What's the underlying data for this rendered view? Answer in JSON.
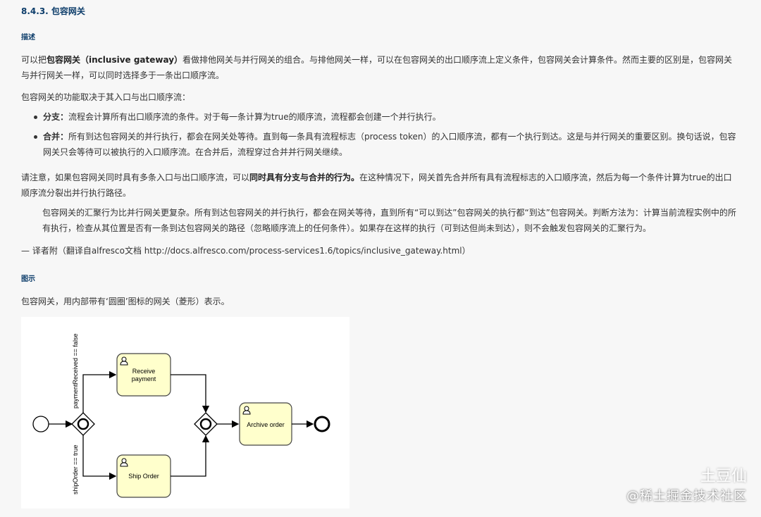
{
  "section_title": "8.4.3. 包容网关",
  "desc_heading": "描述",
  "p1": {
    "pre": "可以把",
    "bold": "包容网关（inclusive gateway）",
    "post": "看做排他网关与并行网关的组合。与排他网关一样，可以在包容网关的出口顺序流上定义条件，包容网关会计算条件。然而主要的区别是，包容网关与并行网关一样，可以同时选择多于一条出口顺序流。"
  },
  "p2": "包容网关的功能取决于其入口与出口顺序流：",
  "bullets": [
    {
      "label": "分支：",
      "text": "流程会计算所有出口顺序流的条件。对于每一条计算为true的顺序流，流程都会创建一个并行执行。"
    },
    {
      "label": "合并：",
      "text": "所有到达包容网关的并行执行，都会在网关处等待。直到每一条具有流程标志（process token）的入口顺序流，都有一个执行到达。这是与并行网关的重要区别。换句话说，包容网关只会等待可以被执行的入口顺序流。在合并后，流程穿过合并并行网关继续。"
    }
  ],
  "p3": {
    "pre": "请注意，如果包容网关同时具有多条入口与出口顺序流，可以",
    "bold": "同时具有分支与合并的行为。",
    "post": "在这种情况下，网关首先合并所有具有流程标志的入口顺序流，然后为每一个条件计算为true的出口顺序流分裂出并行执行路径。"
  },
  "quote": "包容网关的汇聚行为比并行网关更复杂。所有到达包容网关的并行执行，都会在网关等待，直到所有“可以到达”包容网关的执行都“到达”包容网关。判断方法为：计算当前流程实例中的所有执行，检查从其位置是否有一条到达包容网关的路径（忽略顺序流上的任何条件）。如果存在这样的执行（可到达但尚未到达），则不会触发包容网关的汇聚行为。",
  "attribution": "— 译者附（翻译自alfresco文档 http://docs.alfresco.com/process-services1.6/topics/inclusive_gateway.html）",
  "figure_heading": "图示",
  "p4": "包容网关，用内部带有‘圆圈’图标的网关（菱形）表示。",
  "diagram": {
    "cond_top": "paymentReceived == false",
    "cond_bottom": "shipOrder == true",
    "task_receive_line1": "Receive",
    "task_receive_line2": "payment",
    "task_ship": "Ship Order",
    "task_archive": "Archive order",
    "colors": {
      "task_fill": "#ffffcc",
      "task_stroke": "#444444"
    }
  },
  "watermark": "@稀土掘金技术社区",
  "watermark_logo": "土豆仙"
}
